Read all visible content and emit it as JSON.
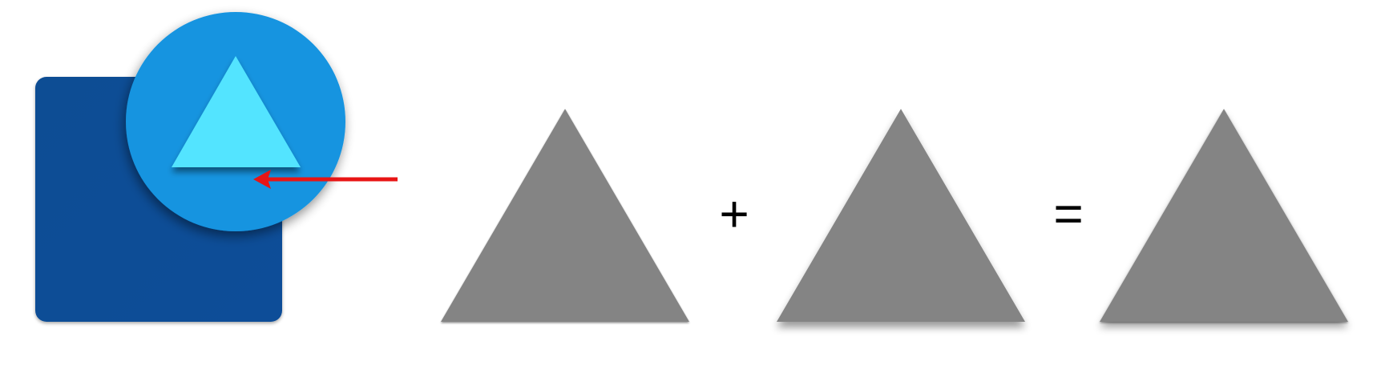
{
  "operators": {
    "plus": "+",
    "equals": "="
  },
  "colors": {
    "square": "#0f4f95",
    "square_edge": "#0d4584",
    "circle": "#1594e0",
    "triangle_light": "#52e4ff",
    "arrow": "#e81515",
    "triangle_gray": "#848484",
    "shadow": "#000000"
  },
  "icons": {
    "left": "app-icon-composite",
    "arrow": "pointer-arrow-icon",
    "triangles": [
      "triangle-flat",
      "triangle-shadow",
      "triangle-combined"
    ]
  }
}
